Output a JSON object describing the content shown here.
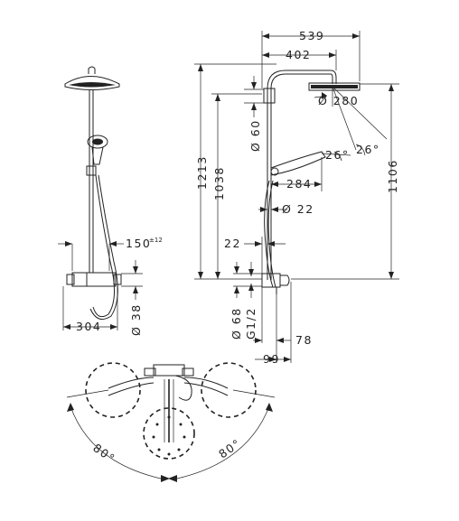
{
  "dimensions": {
    "d539": "539",
    "d402": "402",
    "d280": "Ø 280",
    "d60": "Ø 60",
    "d1213": "1213",
    "d1038": "1038",
    "d1106": "1106",
    "d26a": "26°",
    "d26b": "26°",
    "d284": "284",
    "d22dia": "Ø 22",
    "d22": "22",
    "d150": "150",
    "d150tol": "±12",
    "d304": "304",
    "d38": "Ø 38",
    "d68": "Ø 68",
    "dG12": "G1/2",
    "d78": "78",
    "d99": "99",
    "d80left": "80°",
    "d80right": "80°"
  }
}
